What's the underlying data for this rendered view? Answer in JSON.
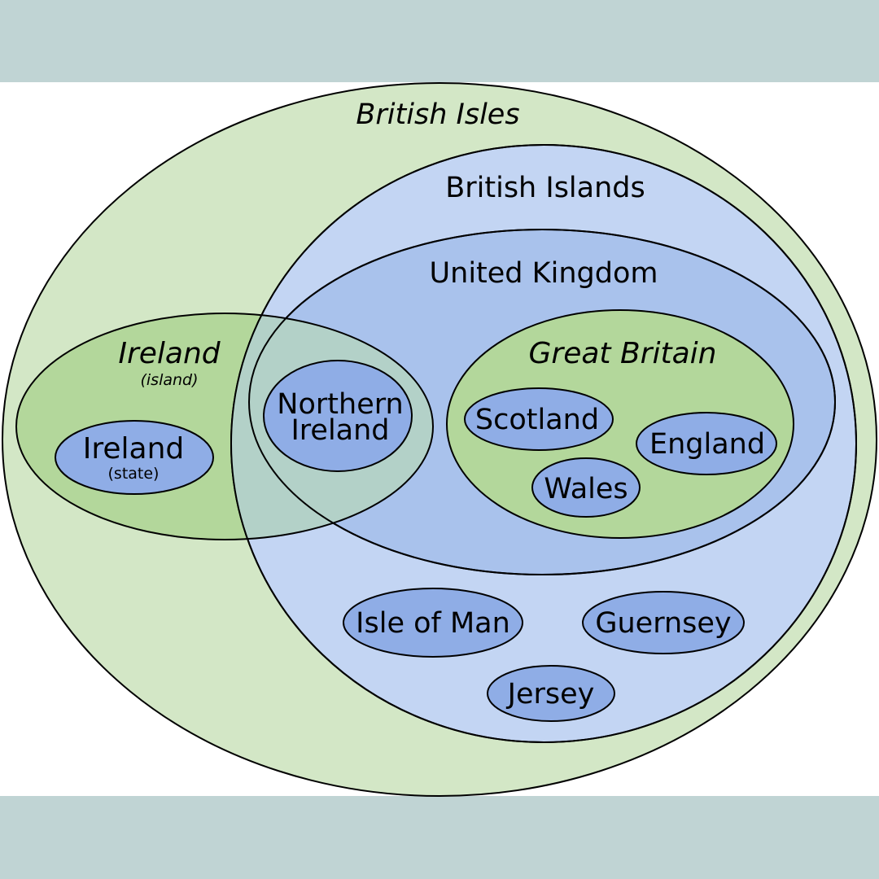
{
  "title": "British Isles",
  "colors": {
    "band": "#c0d4d4",
    "background": "#ffffff",
    "green_light": "#d3e7c6",
    "green_mid": "#b3d79b",
    "blue_light": "#c3d5f3",
    "blue_mid": "#a9c2ec",
    "blue_dark": "#8fade6",
    "overlap": "#b3d1c8",
    "stroke": "#000000"
  },
  "sets": {
    "british_isles": {
      "label": "British Isles"
    },
    "british_islands": {
      "label": "British Islands"
    },
    "united_kingdom": {
      "label": "United Kingdom"
    },
    "ireland_island": {
      "label": "Ireland",
      "sublabel": "(island)"
    },
    "great_britain": {
      "label": "Great Britain"
    }
  },
  "members": {
    "ireland_state": {
      "label": "Ireland",
      "sublabel": "(state)"
    },
    "northern_ireland": {
      "line1": "Northern",
      "line2": "Ireland"
    },
    "scotland": {
      "label": "Scotland"
    },
    "england": {
      "label": "England"
    },
    "wales": {
      "label": "Wales"
    },
    "isle_of_man": {
      "label": "Isle of Man"
    },
    "guernsey": {
      "label": "Guernsey"
    },
    "jersey": {
      "label": "Jersey"
    }
  }
}
